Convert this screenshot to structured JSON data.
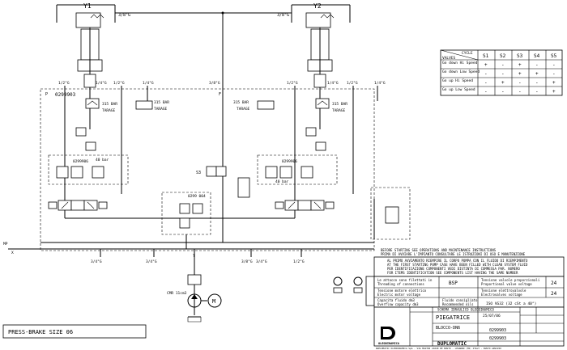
{
  "cylinders": {
    "left": {
      "label": "Y1",
      "port_top": "3/8\"G"
    },
    "right": {
      "label": "Y2",
      "port_top": "3/8\"G"
    }
  },
  "ports": {
    "l_a": "1/2\"G",
    "l_b": "1/4\"G",
    "l_c": "1/2\"G",
    "l_d": "1/4\"G",
    "c_top": "3/8\"G",
    "c_f": "F",
    "r_a": "1/2\"G",
    "r_b": "1/4\"G",
    "r_c": "1/2\"G",
    "r_d": "1/4\"G",
    "b1": "3/4\"G",
    "b2": "3/4\"G",
    "b3": "T",
    "b4": "3/8\"G",
    "b5": "3/4\"G",
    "b6": "1/2\"G",
    "mp": "MP",
    "x": "X"
  },
  "block_code_top": "0299903",
  "valves": {
    "l_relief": "315 BAR",
    "l_tarage": "TARAGE",
    "r_relief": "315 BAR",
    "r_tarage": "TARAGE",
    "l_module": "0299906",
    "r_module": "0299906",
    "l_bar": "40 bar",
    "r_bar": "40 bar",
    "center_valve": "S3",
    "center_module": "0299 004",
    "pump_label": "CMR 11cm3",
    "motor": "M"
  },
  "table": {
    "header": [
      "CYCLE",
      "S1",
      "S2",
      "S3",
      "S4",
      "S5"
    ],
    "header_sub": "VALVES",
    "rows": [
      {
        "label": "Go down Hi Speed",
        "cells": [
          "+",
          "-",
          "+",
          "-",
          "-"
        ]
      },
      {
        "label": "Go down Low Speed",
        "cells": [
          "-",
          "-",
          "+",
          "+",
          "-"
        ]
      },
      {
        "label": "Go up Hi Speed",
        "cells": [
          "-",
          "+",
          "-",
          "-",
          "+"
        ]
      },
      {
        "label": "Go up Low Speed",
        "cells": [
          "-",
          "-",
          "-",
          "-",
          "+"
        ]
      }
    ]
  },
  "notes": [
    "BEFORE STARTING SEE OPERATIONS AND MAINTENANCE INSTRUCTIONS",
    "PRIMA DI AVVIARE L'IMPIANTO CONSULTARE LE ISTRUZIONI DI USO E MANUTENZIONE",
    "AL PRIMO AVVIAMENTO RIEMPIRE IL CORPO POMPA CON IL FLUIDO DI RIEMPIMENTO",
    "AT THE FIRST STARTING PUMP CASE HAVE BEEN FILLED WITH CLEAN SYSTEM FLUID",
    "PER IDENTIFICAZIONE COMPONENTI VEDI DISTINTA DI COMMESSA PAR. NUMERO",
    "FOR ITEMS IDENTIFICATION SEE COMPONENTS LIST HAVING THE SAME NUMBER"
  ],
  "spec": {
    "threading_it": "Le attacco sono filettati in",
    "threading_en": "Threading of connections",
    "threading_val": "BSP",
    "prop_it": "Tensione valvole proporzionali",
    "prop_en": "Proportional valve voltage",
    "prop_val": "24",
    "motor_it": "Tensione elettrovalvole",
    "motor_en": "Electrovalves voltage",
    "motor_val": "24",
    "elec_it": "Tensione motore elettrico",
    "elec_en": "Electric motor voltage",
    "cap_it": "Capacita fluido dm3",
    "cap_en": "Overflow capacity dm3",
    "fluid_it": "Fluido consigliato",
    "fluid_en": "Recommended oils",
    "fluid_val": "ISO VG32 (32 cSt a 40°)"
  },
  "title_block": {
    "schema_label": "SCHEMA IDRAULICO OLEODINAMICO",
    "product": "PIEGATRICE",
    "subtitle": "BLOCCO-DN6",
    "code": "0299903",
    "code2": "0299903",
    "company": "DUPLOMATIC",
    "company_sub": "OLEODINAMICA",
    "date": "25/07/06",
    "footer": "DUPLOMATIC OLEODINAMICA SpA - VIA MASTRI 21020 DE BUSTO - LEGNANO (MI) ITALY - BUSTO ARSIZIO"
  },
  "caption": "PRESS-BRAKE SIZE 06"
}
